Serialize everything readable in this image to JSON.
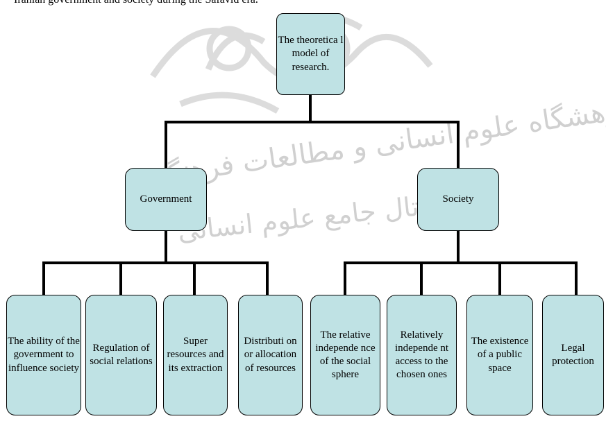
{
  "intro_text": "Iranian government and society during the Safavid era.",
  "colors": {
    "node_fill": "#bfe2e4",
    "connector": "#000000",
    "watermark": "#c8c8c8"
  },
  "watermark": {
    "line1": "پژوهشگاه علوم انسانی و مطالعات فرهنگی",
    "line2": "پرتال جامع علوم انسانی"
  },
  "root": {
    "label": "The theoretica l model of research."
  },
  "branches": [
    {
      "label": "Government",
      "children": [
        "The ability of the government to influence society",
        "Regulation of social relations",
        "Super resources and its extraction",
        "Distributi on or allocation of resources"
      ]
    },
    {
      "label": "Society",
      "children": [
        "The relative independe nce of the social sphere",
        "Relatively independe nt access to the chosen ones",
        "The existence of a public space",
        "Legal protection"
      ]
    }
  ]
}
